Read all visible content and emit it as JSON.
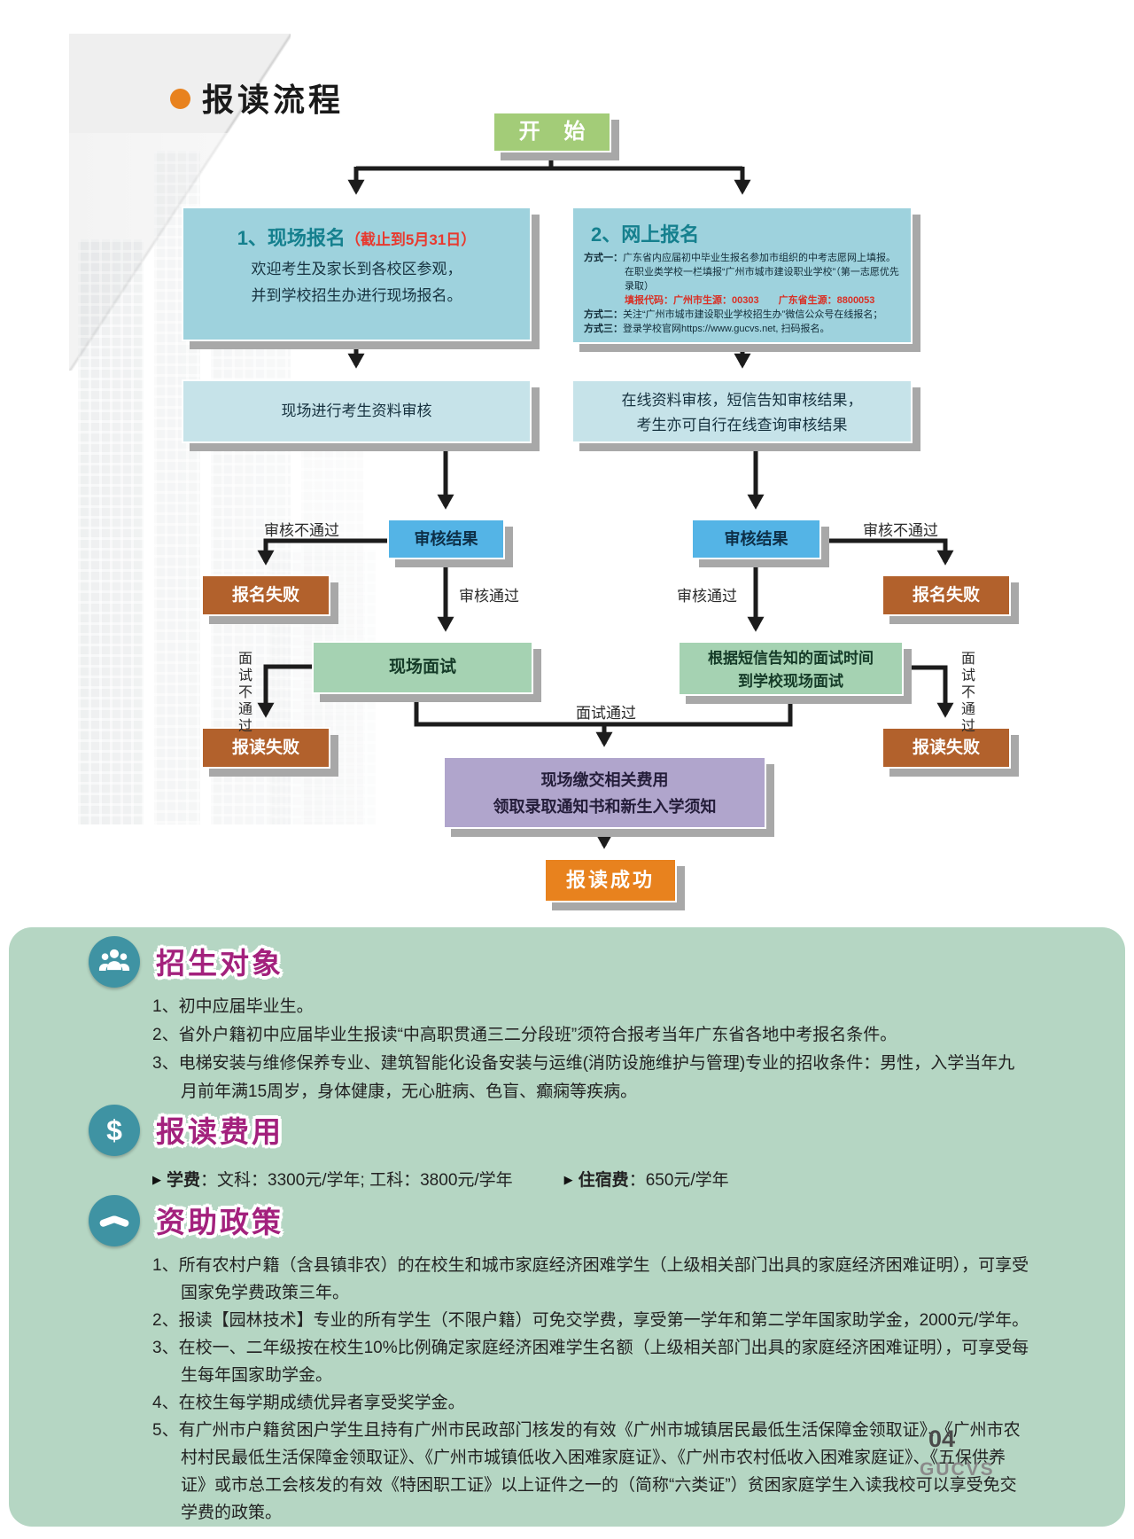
{
  "page": {
    "title": "报读流程"
  },
  "colors": {
    "accent_orange": "#e8821e",
    "teal": "#15808e",
    "alert_red": "#e8392e",
    "code_red": "#d93025",
    "box_cyan": "#9ed2dd",
    "box_blue": "#54b4e6",
    "box_green": "#a5d2b2",
    "box_brown": "#b2612c",
    "box_purple": "#b0a5cc",
    "panel_green": "#b5d6c3",
    "header_purple": "#a3217d",
    "icon_teal": "#3f93a3"
  },
  "flowchart": {
    "start": "开 始",
    "onsite": {
      "title": "1、现场报名",
      "deadline": "（截止到5月31日）",
      "line1": "欢迎考生及家长到各校区参观，",
      "line2": "并到学校招生办进行现场报名。"
    },
    "online": {
      "title": "2、网上报名",
      "m1_label": "方式一：",
      "m1_text": "广东省内应届初中毕业生报名参加市组织的中考志愿网上填报。在职业类学校一栏填报“广州市城市建设职业学校”（第一志愿优先录取）",
      "code_text": "填报代码：广州市生源：00303　　广东省生源：8800053",
      "m2_label": "方式二：",
      "m2_text": "关注“广州市城市建设职业学校招生办”微信公众号在线报名；",
      "m3_label": "方式三：",
      "m3_text": "登录学校官网https://www.gucvs.net, 扫码报名。"
    },
    "onsite_review": "现场进行考生资料审核",
    "online_review_line1": "在线资料审核，短信告知审核结果，",
    "online_review_line2": "考生亦可自行在线查询审核结果",
    "review_result": "审核结果",
    "labels": {
      "review_fail": "审核不通过",
      "review_pass": "审核通过",
      "interview_fail": "面试不通过",
      "interview_pass": "面试通过"
    },
    "reg_fail": "报名失败",
    "interview_onsite": "现场面试",
    "interview_online_line1": "根据短信告知的面试时间",
    "interview_online_line2": "到学校现场面试",
    "enroll_fail": "报读失败",
    "payment_line1": "现场缴交相关费用",
    "payment_line2": "领取录取通知书和新生入学须知",
    "success": "报读成功"
  },
  "sections": {
    "targets": {
      "title": "招生对象",
      "items": [
        "1、初中应届毕业生。",
        "2、省外户籍初中应届毕业生报读“中高职贯通三二分段班”须符合报考当年广东省各地中考报名条件。",
        "3、电梯安装与维修保养专业、建筑智能化设备安装与运维(消防设施维护与管理)专业的招收条件：男性，入学当年九月前年满15周岁，身体健康，无心脏病、色盲、癫痫等疾病。"
      ]
    },
    "fees": {
      "title": "报读费用",
      "tuition_label": "学费",
      "tuition_text": "：文科：3300元/学年; 工科：3800元/学年",
      "lodging_label": "住宿费",
      "lodging_text": "：650元/学年"
    },
    "aid": {
      "title": "资助政策",
      "items": [
        "1、所有农村户籍（含县镇非农）的在校生和城市家庭经济困难学生（上级相关部门出具的家庭经济困难证明），可享受国家免学费政策三年。",
        "2、报读【园林技术】专业的所有学生（不限户籍）可免交学费，享受第一学年和第二学年国家助学金，2000元/学年。",
        "3、在校一、二年级按在校生10%比例确定家庭经济困难学生名额（上级相关部门出具的家庭经济困难证明），可享受每生每年国家助学金。",
        "4、在校生每学期成绩优异者享受奖学金。",
        "5、有广州市户籍贫困户学生且持有广州市民政部门核发的有效《广州市城镇居民最低生活保障金领取证》、《广州市农村村民最低生活保障金领取证》、《广州市城镇低收入困难家庭证》、《广州市农村低收入困难家庭证》、《五保供养证》或市总工会核发的有效《特困职工证》以上证件之一的（简称“六类证”）贫困家庭学生入读我校可以享受免交学费的政策。"
      ]
    }
  },
  "footer": {
    "page_number": "04",
    "brand": "GUCVS"
  }
}
